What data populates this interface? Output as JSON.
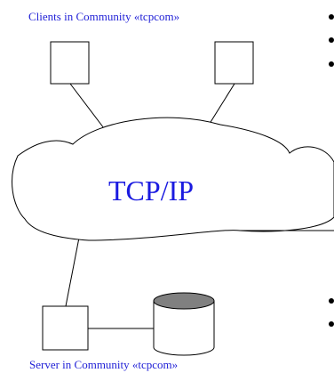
{
  "labels": {
    "clients": "Clients in Community «tcpcom»",
    "server": "Server in Community «tcpcom»",
    "network": "TCP/IP"
  },
  "colors": {
    "label_blue": "#1f1fd6",
    "network_text": "#1a1ae0",
    "stroke": "#000000",
    "db_top": "#808080"
  },
  "icons": {
    "client_nodes": "square-node",
    "server_node": "square-node",
    "database": "cylinder-database",
    "network": "cloud",
    "bullets": "bullet-dot"
  }
}
